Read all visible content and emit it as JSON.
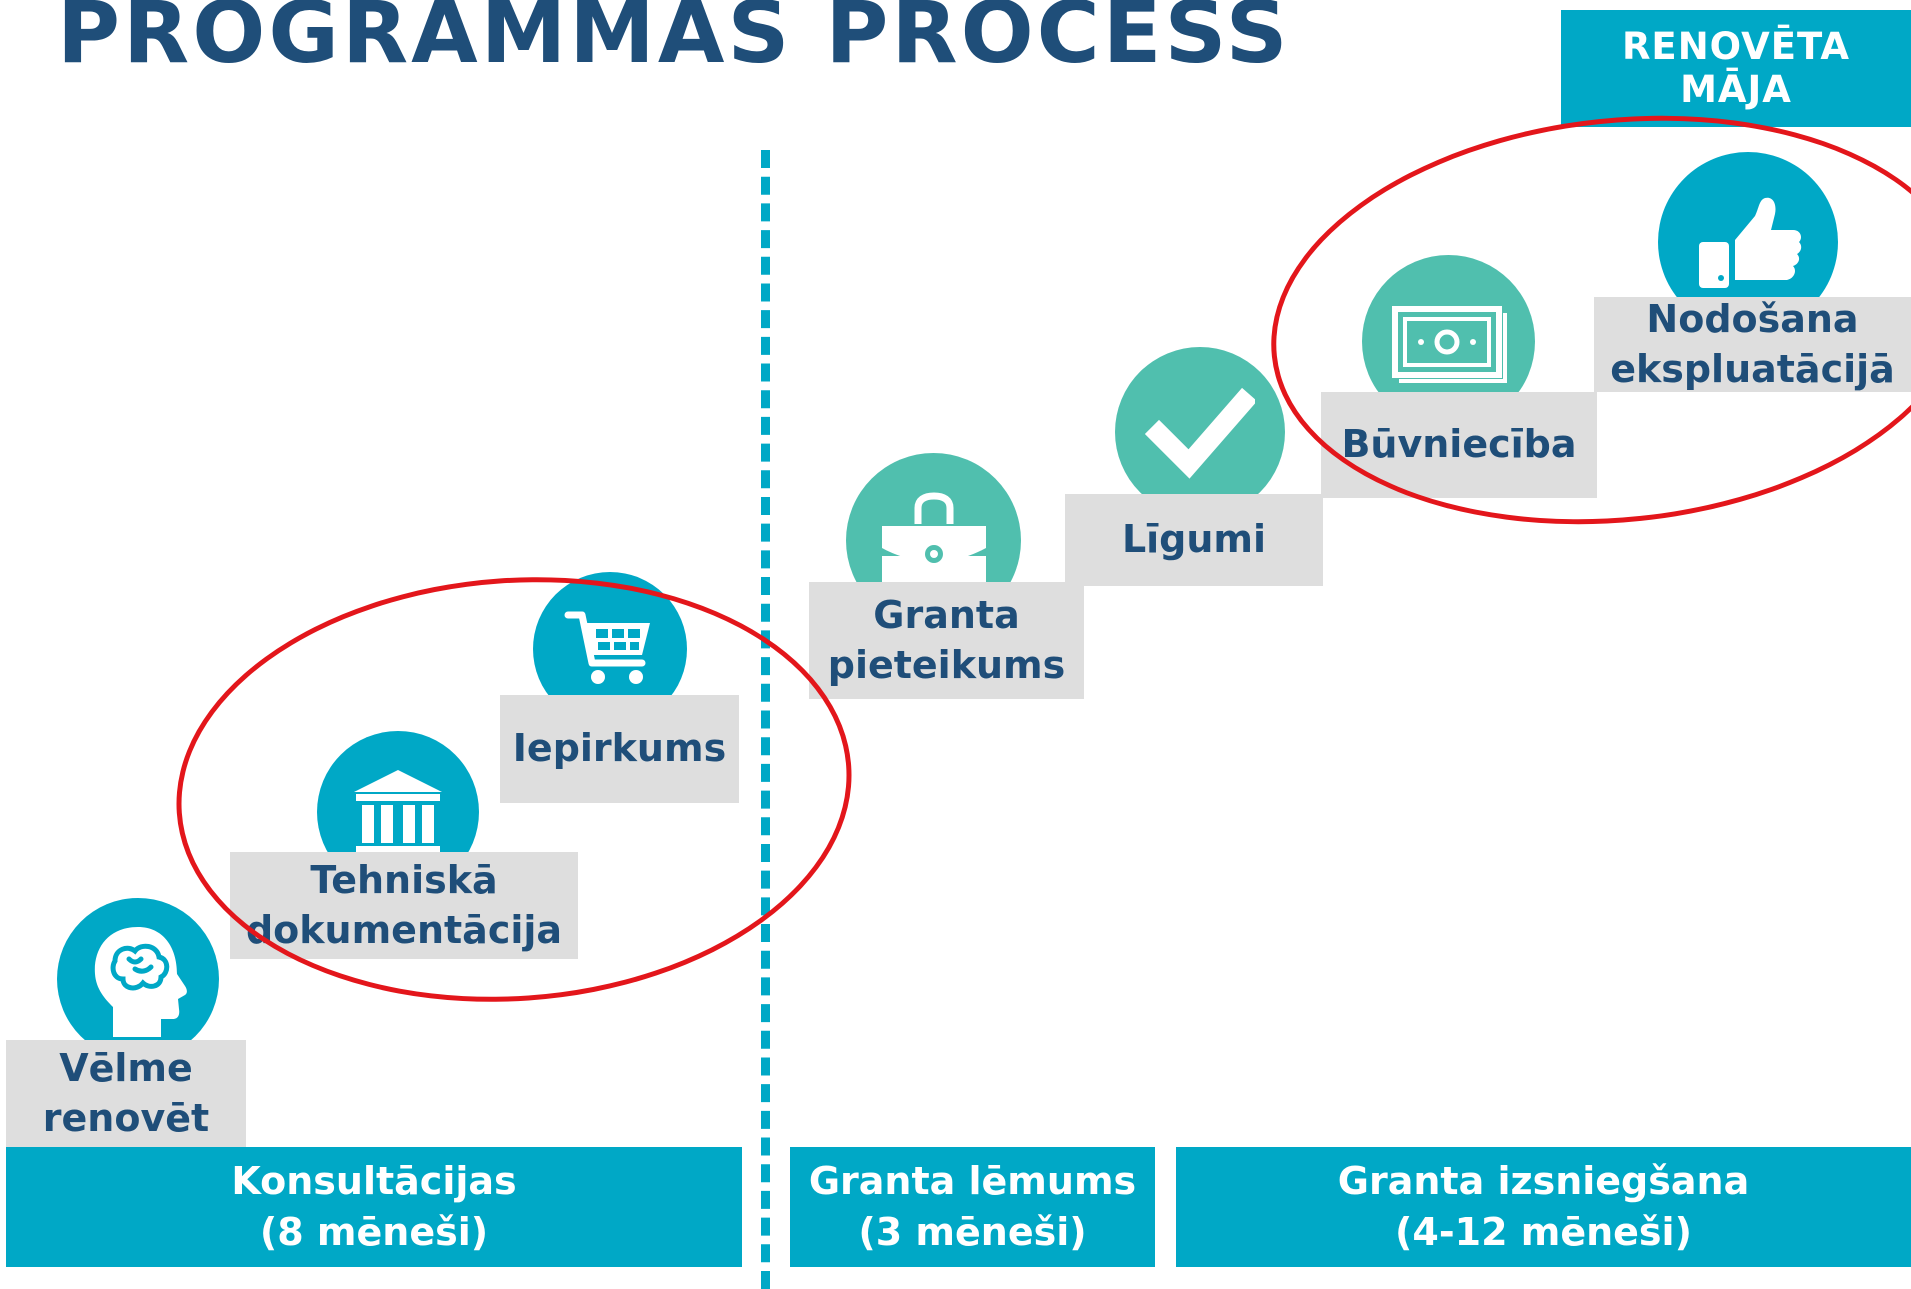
{
  "title": "PROGRAMMAS PROCESS",
  "result_label": [
    "RENOVĒTA",
    "MĀJA"
  ],
  "steps": [
    {
      "label": [
        "Vēlme",
        "renovēt"
      ],
      "icon": "head-brain-icon"
    },
    {
      "label": [
        "Tehniskā",
        "dokumentācija"
      ],
      "icon": "bank-building-icon"
    },
    {
      "label": [
        "Iepirkums"
      ],
      "icon": "shopping-cart-icon"
    },
    {
      "label": [
        "Granta",
        "pieteikums"
      ],
      "icon": "briefcase-icon"
    },
    {
      "label": [
        "Līgumi"
      ],
      "icon": "checkmark-icon"
    },
    {
      "label": [
        "Būvniecība"
      ],
      "icon": "banknote-icon"
    },
    {
      "label": [
        "Nodošana",
        "ekspluatācijā"
      ],
      "icon": "thumbs-up-icon"
    }
  ],
  "phases": [
    {
      "name": "Konsultācijas",
      "duration": "(8 mēneši)"
    },
    {
      "name": "Granta lēmums",
      "duration": "(3 mēneši)"
    },
    {
      "name": "Granta izsniegšana",
      "duration": "(4-12 mēneši)"
    }
  ],
  "colors": {
    "title": "#1f4e79",
    "accent_blue": "#00a8c6",
    "accent_green": "#50bfae",
    "label_bg": "#dedede",
    "highlight_red": "#e3161b"
  }
}
